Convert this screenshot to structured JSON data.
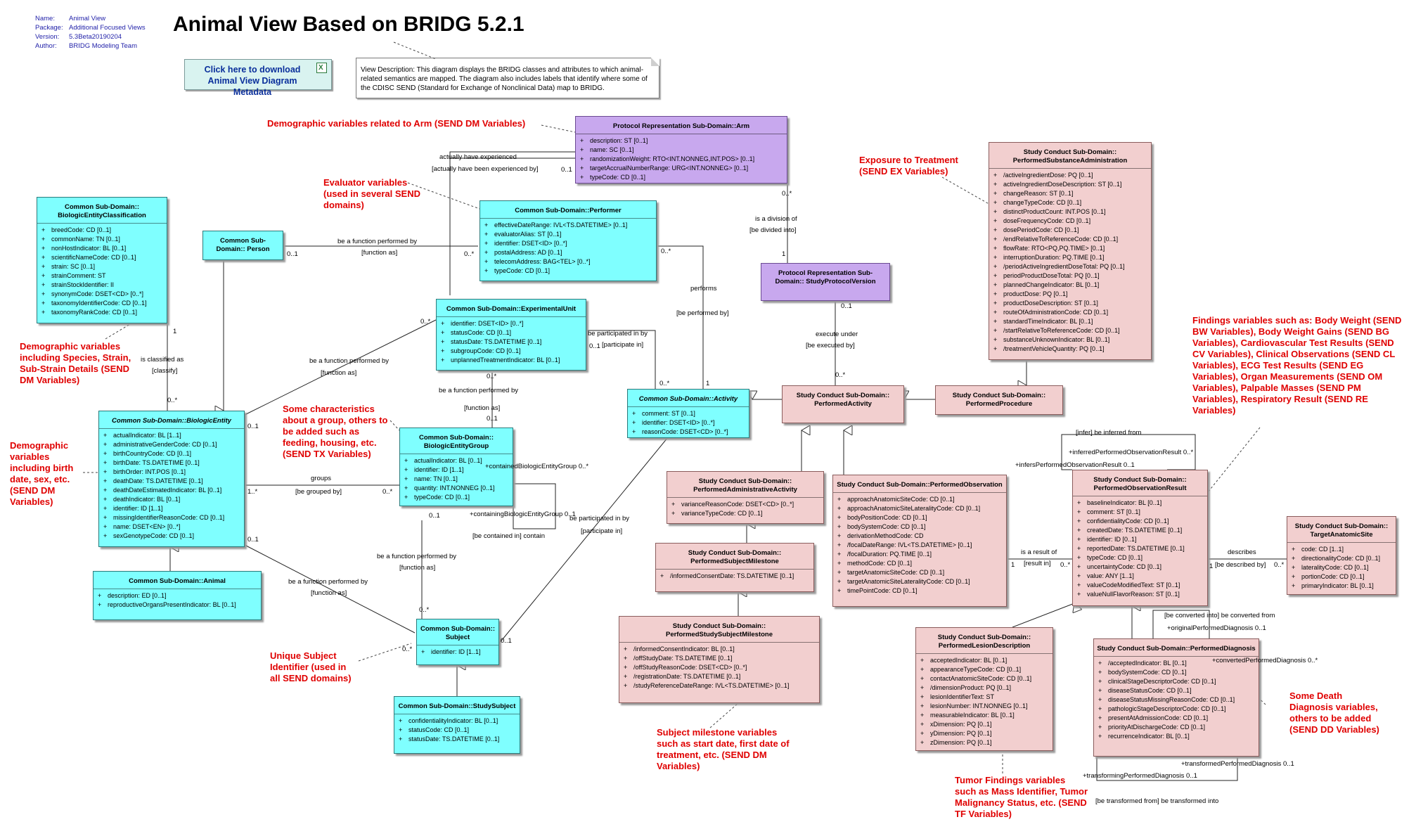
{
  "meta": {
    "name_key": "Name:",
    "name": "Animal View",
    "package_key": "Package:",
    "package": "Additional Focused Views",
    "version_key": "Version:",
    "version": "5.3Beta20190204",
    "author_key": "Author:",
    "author": "BRIDG Modeling Team"
  },
  "title": "Animal View Based on BRIDG 5.2.1",
  "download_button": "Click here to download Animal View Diagram Metadata",
  "note": "View Description: This diagram displays the BRIDG classes and attributes to which animal-related semantics are mapped. The diagram also includes labels that identify where some of the CDISC SEND (Standard for Exchange of Nonclinical Data) map to BRIDG.",
  "classes": {
    "arm": {
      "title": "Protocol Representation Sub-Domain::Arm",
      "attrs": [
        "description: ST [0..1]",
        "name: SC [0..1]",
        "randomizationWeight: RTO<INT.NONNEG,INT.POS> [0..1]",
        "targetAccrualNumberRange: URG<INT.NONNEG> [0..1]",
        "typeCode: CD [0..1]"
      ]
    },
    "performer": {
      "title": "Common Sub-Domain::Performer",
      "attrs": [
        "effectiveDateRange: IVL<TS.DATETIME> [0..1]",
        "evaluatorAlias: ST [0..1]",
        "identifier: DSET<ID> [0..*]",
        "postalAddress: AD [0..1]",
        "telecomAddress: BAG<TEL> [0..*]",
        "typeCode: CD [0..1]"
      ]
    },
    "bec": {
      "title": "Common Sub-Domain:: BiologicEntityClassification",
      "attrs": [
        "breedCode: CD [0..1]",
        "commonName: TN [0..1]",
        "nonHostIndicator: BL [0..1]",
        "scientificNameCode: CD [0..1]",
        "strain: SC [0..1]",
        "strainComment: ST",
        "strainStockIdentifier: II",
        "synonymCode: DSET<CD> [0..*]",
        "taxonomyIdentifierCode: CD [0..1]",
        "taxonomyRankCode: CD [0..1]"
      ]
    },
    "person": {
      "title": "Common Sub-Domain:: Person",
      "attrs": []
    },
    "eu": {
      "title": "Common Sub-Domain::ExperimentalUnit",
      "attrs": [
        "identifier: DSET<ID> [0..*]",
        "statusCode: CD [0..1]",
        "statusDate: TS.DATETIME [0..1]",
        "subgroupCode: CD [0..1]",
        "unplannedTreatmentIndicator: BL [0..1]"
      ]
    },
    "be": {
      "title": "Common Sub-Domain::BiologicEntity",
      "attrs": [
        "actualIndicator: BL [1..1]",
        "administrativeGenderCode: CD [0..1]",
        "birthCountryCode: CD [0..1]",
        "birthDate: TS.DATETIME [0..1]",
        "birthOrder: INT.POS [0..1]",
        "deathDate: TS.DATETIME [0..1]",
        "deathDateEstimatedIndicator: BL [0..1]",
        "deathIndicator: BL [0..1]",
        "identifier: ID [1..1]",
        "missingIdentifierReasonCode: CD [0..1]",
        "name: DSET<EN> [0..*]",
        "sexGenotypeCode: CD [0..1]"
      ]
    },
    "beg": {
      "title": "Common Sub-Domain:: BiologicEntityGroup",
      "attrs": [
        "actualIndicator: BL [0..1]",
        "identifier: ID [1..1]",
        "name: TN [0..1]",
        "quantity: INT.NONNEG [0..1]",
        "typeCode: CD [0..1]"
      ]
    },
    "animal": {
      "title": "Common Sub-Domain::Animal",
      "attrs": [
        "description: ED [0..1]",
        "reproductiveOrgansPresentIndicator: BL [0..1]"
      ]
    },
    "subject": {
      "title": "Common Sub-Domain:: Subject",
      "attrs": [
        "identifier: ID [1..1]"
      ]
    },
    "ss": {
      "title": "Common Sub-Domain::StudySubject",
      "attrs": [
        "confidentialityIndicator: BL [0..1]",
        "statusCode: CD [0..1]",
        "statusDate: TS.DATETIME [0..1]"
      ]
    },
    "activity": {
      "title": "Common Sub-Domain::Activity",
      "attrs": [
        "comment: ST [0..1]",
        "identifier: DSET<ID> [0..*]",
        "reasonCode: DSET<CD> [0..*]"
      ]
    },
    "spv": {
      "title": "Protocol Representation Sub-Domain:: StudyProtocolVersion",
      "attrs": []
    },
    "psa": {
      "title": "Study Conduct Sub-Domain:: PerformedSubstanceAdministration",
      "attrs": [
        "/activeIngredientDose: PQ [0..1]",
        "activeIngredientDoseDescription: ST [0..1]",
        "changeReason: ST [0..1]",
        "changeTypeCode: CD [0..1]",
        "distinctProductCount: INT.POS [0..1]",
        "doseFrequencyCode: CD [0..1]",
        "dosePeriodCode: CD [0..1]",
        "/endRelativeToReferenceCode: CD [0..1]",
        "flowRate: RTO<PQ,PQ.TIME> [0..1]",
        "interruptionDuration: PQ.TIME [0..1]",
        "/periodActiveIngredientDoseTotal: PQ [0..1]",
        "periodProductDoseTotal: PQ [0..1]",
        "plannedChangeIndicator: BL [0..1]",
        "productDose: PQ [0..1]",
        "productDoseDescription: ST [0..1]",
        "routeOfAdministrationCode: CD [0..1]",
        "standardTimeIndicator: BL [0..1]",
        "/startRelativeToReferenceCode: CD [0..1]",
        "substanceUnknownIndicator: BL [0..1]",
        "/treatmentVehicleQuantity: PQ [0..1]"
      ]
    },
    "pa": {
      "title": "Study Conduct Sub-Domain:: PerformedActivity",
      "attrs": []
    },
    "pp": {
      "title": "Study Conduct Sub-Domain:: PerformedProcedure",
      "attrs": []
    },
    "paa": {
      "title": "Study Conduct Sub-Domain:: PerformedAdministrativeActivity",
      "attrs": [
        "varianceReasonCode: DSET<CD> [0..*]",
        "varianceTypeCode: CD [0..1]"
      ]
    },
    "psm": {
      "title": "Study Conduct Sub-Domain:: PerformedSubjectMilestone",
      "attrs": [
        "/informedConsentDate: TS.DATETIME [0..1]"
      ]
    },
    "pssm": {
      "title": "Study Conduct Sub-Domain:: PerformedStudySubjectMilestone",
      "attrs": [
        "/informedConsentIndicator: BL [0..1]",
        "/offStudyDate: TS.DATETIME [0..1]",
        "/offStudyReasonCode: DSET<CD> [0..*]",
        "/registrationDate: TS.DATETIME [0..1]",
        "/studyReferenceDateRange: IVL<TS.DATETIME> [0..1]"
      ]
    },
    "po": {
      "title": "Study Conduct Sub-Domain::PerformedObservation",
      "attrs": [
        "approachAnatomicSiteCode: CD [0..1]",
        "approachAnatomicSiteLateralityCode: CD [0..1]",
        "bodyPositionCode: CD [0..1]",
        "bodySystemCode: CD [0..1]",
        "derivationMethodCode: CD",
        "/focalDateRange: IVL<TS.DATETIME> [0..1]",
        "/focalDuration: PQ.TIME [0..1]",
        "methodCode: CD [0..1]",
        "targetAnatomicSiteCode: CD [0..1]",
        "targetAnatomicSiteLateralityCode: CD [0..1]",
        "timePointCode: CD [0..1]"
      ]
    },
    "por": {
      "title": "Study Conduct Sub-Domain:: PerformedObservationResult",
      "attrs": [
        "baselineIndicator: BL [0..1]",
        "comment: ST [0..1]",
        "confidentialityCode: CD [0..1]",
        "createdDate: TS.DATETIME [0..1]",
        "identifier: ID [0..1]",
        "reportedDate: TS.DATETIME [0..1]",
        "typeCode: CD [0..1]",
        "uncertaintyCode: CD [0..1]",
        "value: ANY [1..1]",
        "valueCodeModifiedText: ST [0..1]",
        "valueNullFlavorReason: ST [0..1]"
      ]
    },
    "tas": {
      "title": "Study Conduct Sub-Domain:: TargetAnatomicSite",
      "attrs": [
        "code: CD [1..1]",
        "directionalityCode: CD [0..1]",
        "lateralityCode: CD [0..1]",
        "portionCode: CD [0..1]",
        "primaryIndicator: BL [0..1]"
      ]
    },
    "pld": {
      "title": "Study Conduct Sub-Domain:: PerformedLesionDescription",
      "attrs": [
        "acceptedIndicator: BL [0..1]",
        "appearanceTypeCode: CD [0..1]",
        "contactAnatomicSiteCode: CD [0..1]",
        "/dimensionProduct: PQ [0..1]",
        "lesionIdentifierText: ST",
        "lesionNumber: INT.NONNEG [0..1]",
        "measurableIndicator: BL [0..1]",
        "xDimension: PQ [0..1]",
        "yDimension: PQ [0..1]",
        "zDimension: PQ [0..1]"
      ]
    },
    "pd": {
      "title": "Study Conduct Sub-Domain::PerformedDiagnosis",
      "attrs": [
        "/acceptedIndicator: BL [0..1]",
        "bodySystemCode: CD [0..1]",
        "clinicalStageDescriptorCode: CD [0..1]",
        "diseaseStatusCode: CD [0..1]",
        "diseaseStatusMissingReasonCode: CD [0..1]",
        "pathologicStageDescriptorCode: CD [0..1]",
        "presentAtAdmissionCode: CD [0..1]",
        "priorityAtDischargeCode: CD [0..1]",
        "recurrenceIndicator: BL [0..1]"
      ]
    }
  },
  "annotations": {
    "arm_demo": "Demographic variables related to Arm (SEND DM Variables)",
    "evaluator": "Evaluator variables (used in several SEND domains)",
    "demo_species": "Demographic variables including Species, Strain, Sub-Strain Details (SEND DM Variables)",
    "demo_birth": "Demographic variables including birth date, sex, etc. (SEND DM Variables)",
    "group_chars": "Some characteristics about a group, others to be added such as feeding, housing, etc. (SEND TX Variables)",
    "unique_subject": "Unique Subject Identifier (used in all SEND domains)",
    "exposure": "Exposure to Treatment (SEND EX Variables)",
    "findings": "Findings variables such as: Body Weight (SEND BW Variables), Body Weight Gains (SEND BG Variables), Cardiovascular Test Results (SEND CV Variables), Clinical Observations (SEND CL Variables), ECG Test Results (SEND EG Variables), Organ Measurements (SEND OM Variables), Palpable Masses (SEND PM Variables), Respiratory Result (SEND RE Variables)",
    "milestone": "Subject milestone variables such as start date, first date of treatment, etc. (SEND DM Variables)",
    "tumor": "Tumor Findings variables such as Mass Identifier, Tumor Malignancy Status, etc. (SEND TF Variables)",
    "death": "Some Death Diagnosis variables, others to be added (SEND DD Variables)"
  },
  "links": {
    "actually_have": "actually have experienced",
    "actually_have_been": "[actually have been experienced by]",
    "m_0_1_arm": "0..1",
    "m_0s_arm": "0..*",
    "division": "is a division of",
    "divided": "[be divided into]",
    "m_1_spv": "1",
    "fn_person": "be a function performed by",
    "fn_as_person": "[function as]",
    "m_0_1_person": "0..1",
    "m_0s_perf": "0..*",
    "m_0s_perf2": "0..*",
    "performs": "performs",
    "performed_by": "[be performed by]",
    "m_0s_act": "0..*",
    "m_1_act": "1",
    "participated": "be participated in by",
    "participate": "[participate in]",
    "m_0_1_eu": "0..1",
    "fn_eu": "be a function performed by",
    "fn_as_eu": "[function as]",
    "m_0s_eu": "0..*",
    "m_0_1_be1": "0..1",
    "fn_beg": "be a function performed by",
    "fn_as_beg": "[function as]",
    "m_0s_eu2": "0..*",
    "m_0_1_beg": "0..1",
    "is_classified": "is classified as",
    "classify": "[classify]",
    "m_1_bec": "1",
    "m_0s_be": "0..*",
    "groups": "groups",
    "grouped": "[be grouped by]",
    "m_1s": "1..*",
    "m_0s_beg": "0..*",
    "contained": "+containedBiologicEntityGroup 0..*",
    "containing": "+containingBiologicEntityGroup 0..1",
    "contained_in": "[be contained in] contain",
    "m_0_1_beg2": "0..1",
    "fn_sub": "be a function performed by",
    "fn_as_sub": "[function as]",
    "m_0s_sub": "0..*",
    "m_0_1_be2": "0..1",
    "fn_be_sub": "be a function performed by",
    "fn_as_be_sub": "[function as]",
    "m_0s_sub2": "0..*",
    "participated2": "be participated in by",
    "participate2": "[participate in]",
    "m_0_1_sub": "0..1",
    "m_0_1_spv": "0..1",
    "execute": "execute under",
    "executed": "[be executed by]",
    "m_0s_pa": "0..*",
    "infer": "[infer] be inferred from",
    "inferred_role": "+inferredPerformedObservationResult 0..*",
    "infers_role": "+infersPerformedObservationResult 0..1",
    "is_result_of": "is a result of",
    "result_in": "[result in]",
    "m_1_po": "1",
    "m_0s_por": "0..*",
    "describes": "describes",
    "described": "[be described by]",
    "m_1_por": "1",
    "m_0s_tas": "0..*",
    "converted": "[be converted into] be converted from",
    "original_role": "+originalPerformedDiagnosis 0..1",
    "converted_role": "+convertedPerformedDiagnosis 0..*",
    "transformed_role": "+transformedPerformedDiagnosis 0..1",
    "transforming_role": "+transformingPerformedDiagnosis 0..1",
    "transformed": "[be transformed from] be transformed into"
  },
  "colors": {
    "cyan_fill": "#7fffff",
    "purple_fill": "#c8a8ee",
    "pink_fill": "#f2cfcf",
    "annotation_red": "#e00000",
    "meta_blue": "#1f1fa8",
    "button_fill": "#d9f3f0"
  },
  "icons": {
    "excel_icon": "excel-file-icon"
  }
}
